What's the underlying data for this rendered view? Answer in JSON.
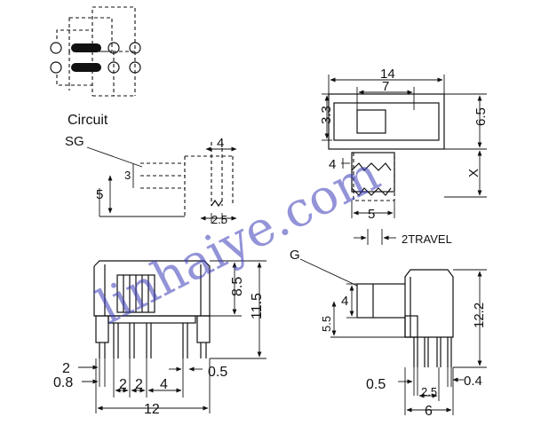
{
  "labels": {
    "circuit": "Circuit",
    "sg": "SG",
    "g": "G",
    "travel": "2TRAVEL",
    "x": "X"
  },
  "dims": {
    "sg_4": "4",
    "sg_3": "3",
    "sg_5": "5",
    "sg_25": "2.5",
    "top_14": "14",
    "top_7": "7",
    "top_33": "3.3",
    "top_65": "6.5",
    "top_4": "4",
    "top_5": "5",
    "front_85": "8.5",
    "front_115": "11.5",
    "front_2": "2",
    "front_08": "0.8",
    "front_2a": "2",
    "front_2b": "2",
    "front_4": "4",
    "front_05": "0.5",
    "front_12": "12",
    "side_4": "4",
    "side_55": "5.5",
    "side_122": "12.2",
    "side_05": "0.5",
    "side_25": "2.5",
    "side_04": "0.4",
    "side_6": "6"
  },
  "watermark": "linhaiye.com",
  "colors": {
    "ink": "#111111",
    "watermark": "#3a3ab8"
  }
}
